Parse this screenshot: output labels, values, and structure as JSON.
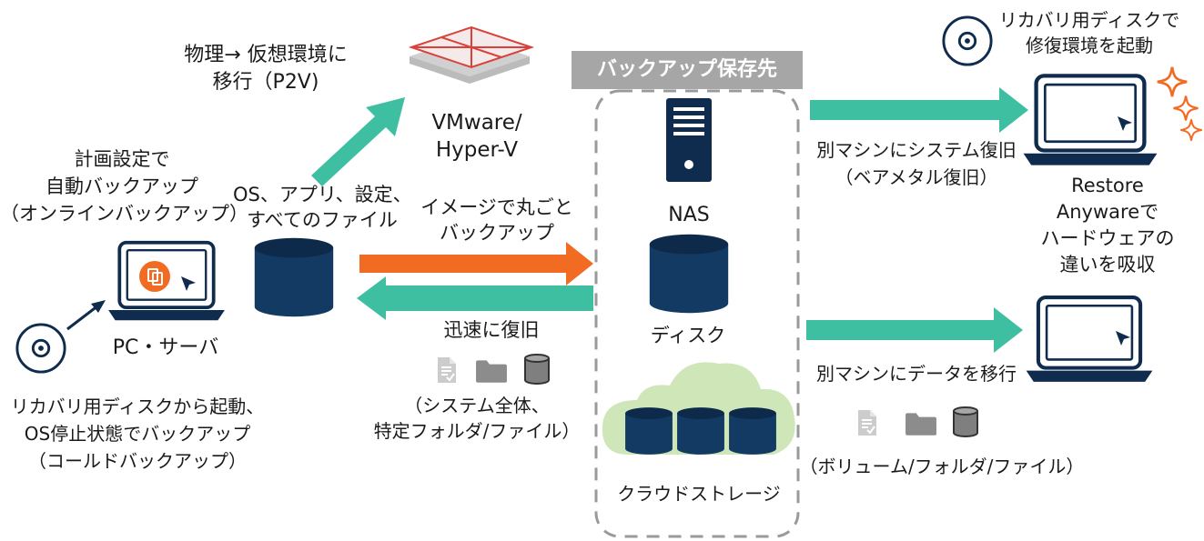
{
  "colors": {
    "navy": "#0f2b4d",
    "teal_arrow": "#3fbfa2",
    "orange_arrow": "#f26b23",
    "storage_header": "#a6a6a6",
    "cloud_fill": "#cfe7b8",
    "sparkle": "#f26b23"
  },
  "icons": [
    "disc-icon",
    "laptop-icon",
    "cursor-icon",
    "database-icon",
    "server-icon",
    "cloud-icon",
    "document-icon",
    "folder-icon",
    "sparkle-icon",
    "vmware-icon"
  ],
  "source": {
    "plan_label": [
      "計画設定で",
      "自動バックアップ",
      "（オンラインバックアップ）"
    ],
    "pc_label": "PC・サーバ",
    "cold_label": [
      "リカバリ用ディスクから起動、",
      "OS停止状態でバックアップ",
      "（コールドバックアップ）"
    ],
    "data_label": [
      "OS、アプリ、設定、",
      "すべてのファイル"
    ]
  },
  "p2v": {
    "label": [
      "物理→ 仮想環境に",
      "移行（P2V)"
    ],
    "target": [
      "VMware/",
      "Hyper-V"
    ]
  },
  "flows": {
    "backup_label": [
      "イメージで丸ごと",
      "バックアップ"
    ],
    "restore_label": "迅速に復旧",
    "restore_scope": [
      "（システム全体、",
      "特定フォルダ/ファイル）"
    ]
  },
  "storage": {
    "title": "バックアップ保存先",
    "nas": "NAS",
    "disk": "ディスク",
    "cloud": "クラウドストレージ"
  },
  "targets": {
    "bmr_label": [
      "別マシンにシステム復旧",
      "（ベアメタル復旧）"
    ],
    "disc_label": [
      "リカバリ用ディスクで",
      "修復環境を起動"
    ],
    "anyware_label": [
      "Restore",
      "Anywareで",
      "ハードウェアの",
      "違いを吸収"
    ],
    "migrate_label": "別マシンにデータを移行",
    "migrate_scope": "（ボリューム/フォルダ/ファイル）"
  }
}
